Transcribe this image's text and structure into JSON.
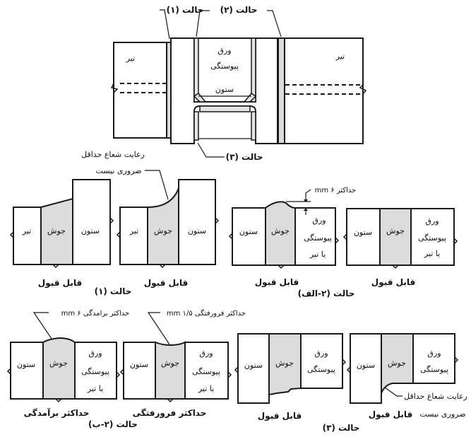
{
  "labels": {
    "beam": "تیر",
    "column": "ستون",
    "weld": "جوش",
    "continuity_plate": "ورق",
    "continuity_plate_2": "پیوستگی",
    "or_beam": "یا تیر",
    "acceptable": "قابل قبول",
    "min_radius_1": "رعایت شعاع حداقل",
    "min_radius_2": "ضروری نیست",
    "max_6mm": "حداکثر mm ۶",
    "max_reinforcement_6mm": "حداکثر برامدگی mm ۶",
    "max_undercut_1_5mm": "حداکثر فرورفتگی mm ۱/۵",
    "max_reinforcement": "حداکثر برآمدگی",
    "max_undercut": "حداکثر فرورفتگی"
  },
  "cases": {
    "case1": "حالت (۱)",
    "case2": "حالت (۲)",
    "case3": "حالت (۳)",
    "case2a": "حالت (۲-الف)",
    "case2b": "حالت (۲-ب)"
  },
  "colors": {
    "line": "#1a1a1a",
    "weld_fill": "#dcdcdc",
    "background": "#ffffff"
  }
}
